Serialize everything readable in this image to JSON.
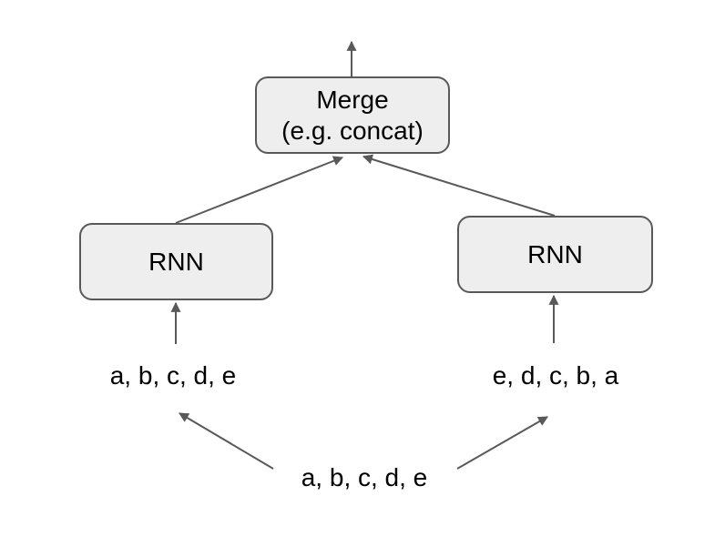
{
  "diagram": {
    "type": "bidirectional-rnn-architecture",
    "nodes": {
      "merge": {
        "label_line1": "Merge",
        "label_line2": "(e.g. concat)"
      },
      "rnn_left": {
        "label": "RNN"
      },
      "rnn_right": {
        "label": "RNN"
      }
    },
    "labels": {
      "input_left": "a, b, c, d, e",
      "input_right": "e, d, c, b, a",
      "source_sequence": "a, b, c, d, e"
    },
    "colors": {
      "node_fill": "#eeeeee",
      "node_border": "#595959",
      "arrow": "#595959",
      "text": "#000000",
      "background": "#ffffff"
    }
  }
}
